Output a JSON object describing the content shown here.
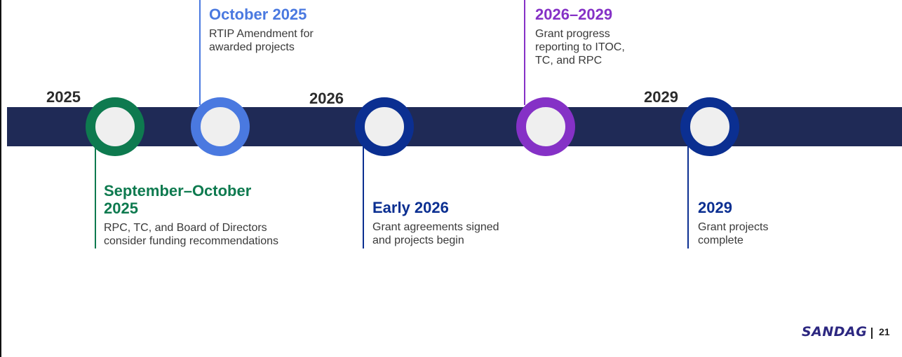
{
  "colors": {
    "band": "#1f2a56",
    "green": "#0e7a4f",
    "blue_light": "#4a79e0",
    "navy": "#0b2f91",
    "purple": "#8531c6"
  },
  "year_labels": [
    "2025",
    "2026",
    "2029"
  ],
  "milestones": [
    {
      "id": "sep-oct-2025",
      "title": "September–October\n2025",
      "description": "RPC, TC, and Board of Directors\nconsider funding recommendations",
      "color": "#0e7a4f"
    },
    {
      "id": "oct-2025",
      "title": "October 2025",
      "description": "RTIP Amendment for\nawarded projects",
      "color": "#4a79e0"
    },
    {
      "id": "early-2026",
      "title": "Early 2026",
      "description": "Grant agreements signed\nand projects begin",
      "color": "#0b2f91"
    },
    {
      "id": "2026-2029",
      "title": "2026–2029",
      "description": "Grant progress\nreporting to ITOC,\nTC, and RPC",
      "color": "#8531c6"
    },
    {
      "id": "2029",
      "title": "2029",
      "description": "Grant projects\ncomplete",
      "color": "#0b2f91"
    }
  ],
  "footer": {
    "logo_text": "SANDAG",
    "page_number": "21"
  }
}
